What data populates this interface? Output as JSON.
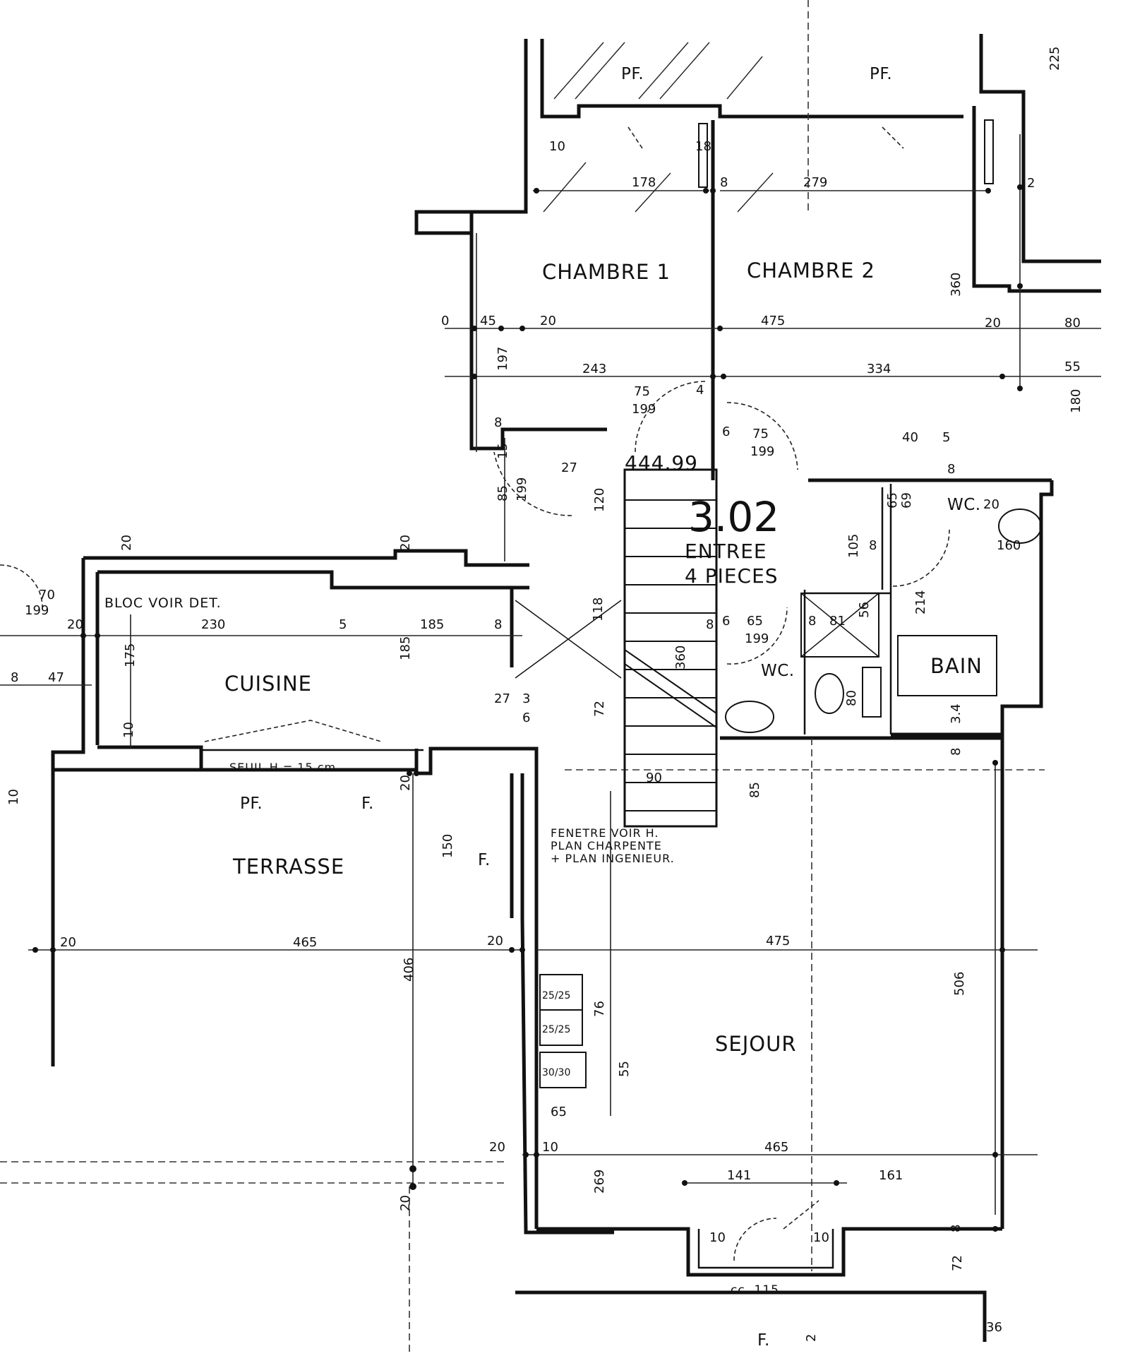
{
  "rooms": {
    "chambre1": "CHAMBRE 1",
    "chambre2": "CHAMBRE 2",
    "cuisine": "CUISINE",
    "terrasse": "TERRASSE",
    "sejour": "SEJOUR",
    "bain": "BAIN",
    "wc_upper": "WC.",
    "wc_lower": "WC.",
    "entree_number": "3.02",
    "entree_line1": "ENTREE",
    "entree_line2": "4 PIECES"
  },
  "labels": {
    "pf_left": "PF.",
    "pf_right": "PF.",
    "pf_terrasse": "PF.",
    "f_terrasse": "F.",
    "f_side": "F.",
    "f_bottom": "F.",
    "bloc": "BLOC VOIR DET.",
    "seuil": "SEUIL H = 15 cm.",
    "level": "444.99",
    "cc": "cc. 115",
    "note_line1": "FENETRE VOIR H.",
    "note_line2": "PLAN CHARPENTE",
    "note_line3": "+ PLAN INGENIEUR.",
    "flue1": "25/25",
    "flue2": "25/25",
    "flue3": "30/30"
  },
  "dimensions": {
    "d178": "178",
    "d279": "279",
    "d360": "360",
    "d475a": "475",
    "d243": "243",
    "d334": "334",
    "d197": "197",
    "d45": "45",
    "d20a": "20",
    "d0": "0",
    "d75a": "75",
    "d199a": "199",
    "d75b": "75",
    "d199b": "199",
    "d4": "4",
    "d6a": "6",
    "d40": "40",
    "d5": "5",
    "d8a": "8",
    "d8b": "8",
    "d15": "15",
    "d85a": "85",
    "d199c": "199",
    "d27a": "27",
    "d3a": "3",
    "d120": "120",
    "d105": "105",
    "d8c": "8",
    "d65a": "65",
    "d69": "69",
    "d160": "160",
    "d214": "214",
    "d6b": "6",
    "d65b": "65",
    "d199d": "199",
    "d81": "81",
    "d56": "56",
    "d80": "80",
    "d34": "3.4",
    "d230": "230",
    "d185a": "185",
    "d185b": "185",
    "d175": "175",
    "d70": "70",
    "d199e": "199",
    "d47": "47",
    "d72a": "72",
    "d27b": "27",
    "d3b": "3",
    "d6c": "6",
    "d90": "90",
    "d85b": "85",
    "d150": "150",
    "d465a": "465",
    "d406": "406",
    "d475b": "475",
    "d506": "506",
    "d76": "76",
    "d55a": "55",
    "d55b": "55",
    "d65c": "65",
    "d465b": "465",
    "d269": "269",
    "d141": "141",
    "d161": "161",
    "d10a": "10",
    "d10b": "10",
    "d72b": "72",
    "d36": "36",
    "d225": "225",
    "d180": "180",
    "d20b": "20",
    "d20c": "20",
    "d20d": "20",
    "d20e": "20",
    "d20f": "20",
    "d20g": "20",
    "d10c": "10",
    "d10d": "10",
    "d18": "18",
    "d2": "2",
    "d360b": "360",
    "d118": "118"
  }
}
